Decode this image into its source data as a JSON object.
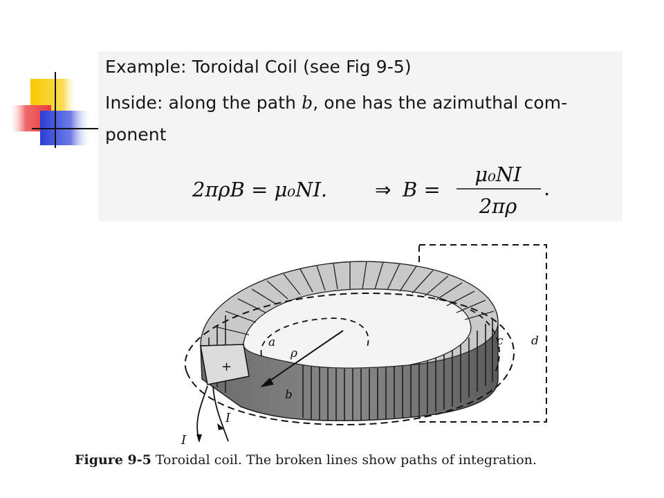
{
  "slide": {
    "line1": "Example:  Toroidal Coil (see Fig 9-5)",
    "line2_a": "Inside:  along the path ",
    "line2_var": "b",
    "line2_b": ", one has the azimuthal com-",
    "line3": "ponent"
  },
  "equation": {
    "lhs_text": "2πρB = μ₀NI.",
    "implies": "⇒",
    "rhs_lhs": "B =",
    "numerator": "μ₀NI",
    "denominator": "2πρ",
    "end_period": "."
  },
  "figure": {
    "labels": {
      "a": "a",
      "b": "b",
      "c": "c",
      "d": "d",
      "rho": "ρ",
      "current1": "I",
      "current2": "I"
    },
    "caption_label": "Figure 9-5",
    "caption_text": "Toroidal coil. The broken lines show paths of integration."
  },
  "colors": {
    "yellow": "#f8c800",
    "red": "#e83a3a",
    "blue": "#2c3fd6",
    "panel": "#f4f4f4"
  }
}
